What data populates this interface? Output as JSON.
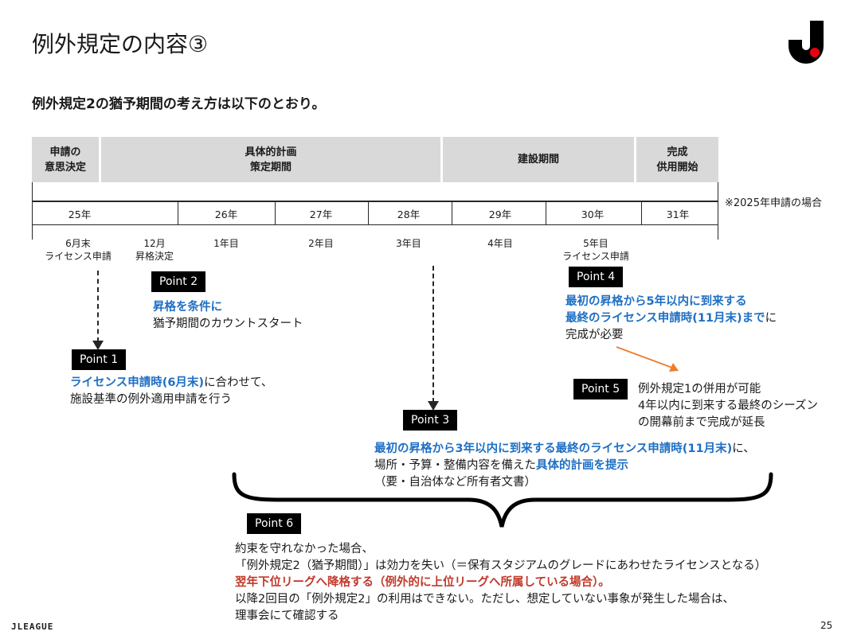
{
  "header": {
    "title": "例外規定の内容③",
    "subtitle": "例外規定2の猶予期間の考え方は以下のとおり。"
  },
  "phases": [
    {
      "label": "申請の\n意思決定"
    },
    {
      "label": "具体的計画\n策定期間"
    },
    {
      "label": "建設期間"
    },
    {
      "label": "完成\n供用開始"
    }
  ],
  "timeline": {
    "note": "※2025年申請の場合",
    "years": [
      "25年",
      "26年",
      "27年",
      "28年",
      "29年",
      "30年",
      "31年"
    ],
    "markers": [
      {
        "label": "6月末\nライセンス申請"
      },
      {
        "label": "12月\n昇格決定"
      },
      {
        "label": "1年目"
      },
      {
        "label": "2年目"
      },
      {
        "label": "3年目"
      },
      {
        "label": "4年目"
      },
      {
        "label": "5年目\nライセンス申請"
      }
    ]
  },
  "points": {
    "p1": {
      "label": "Point 1",
      "hl": "ライセンス申請時(6月末)",
      "t1": "に合わせて、",
      "t2": "施設基準の例外適用申請を行う"
    },
    "p2": {
      "label": "Point 2",
      "hl": "昇格を条件に",
      "t1": "猶予期間のカウントスタート"
    },
    "p3": {
      "label": "Point 3",
      "hl": "最初の昇格から3年以内に到来する最終のライセンス申請時(11月末)",
      "t1": "に、",
      "t2a": "場所・予算・整備内容を備えた",
      "hl2": "具体的計画を提示",
      "t3": "（要・自治体など所有者文書）"
    },
    "p4": {
      "label": "Point 4",
      "hl1": "最初の昇格から5年以内に到来する",
      "hl2": "最終のライセンス申請時(11月末)まで",
      "t1": "に",
      "t2": "完成が必要"
    },
    "p5": {
      "label": "Point 5",
      "t1": "例外規定1の併用が可能",
      "t2": "4年以内に到来する最終のシーズン",
      "t3": "の開幕前まで完成が延長"
    },
    "p6": {
      "label": "Point 6",
      "t1": "約束を守れなかった場合、",
      "t2": "「例外規定2（猶予期間）」は効力を失い（＝保有スタジアムのグレードにあわせたライセンスとなる）",
      "red": "翌年下位リーグへ降格する（例外的に上位リーグへ所属している場合）。",
      "t3": "以降2回目の「例外規定2」の利用はできない。ただし、想定していない事象が発生した場合は、",
      "t4": "理事会にて確認する"
    }
  },
  "footer": {
    "brand": "JLEAGUE",
    "page": "25"
  },
  "colors": {
    "accent_blue": "#1f6fc4",
    "accent_red": "#c0392b",
    "arrow_orange": "#ed7d31",
    "phase_gray": "#d9d9d9",
    "logo_red": "#e60012"
  }
}
